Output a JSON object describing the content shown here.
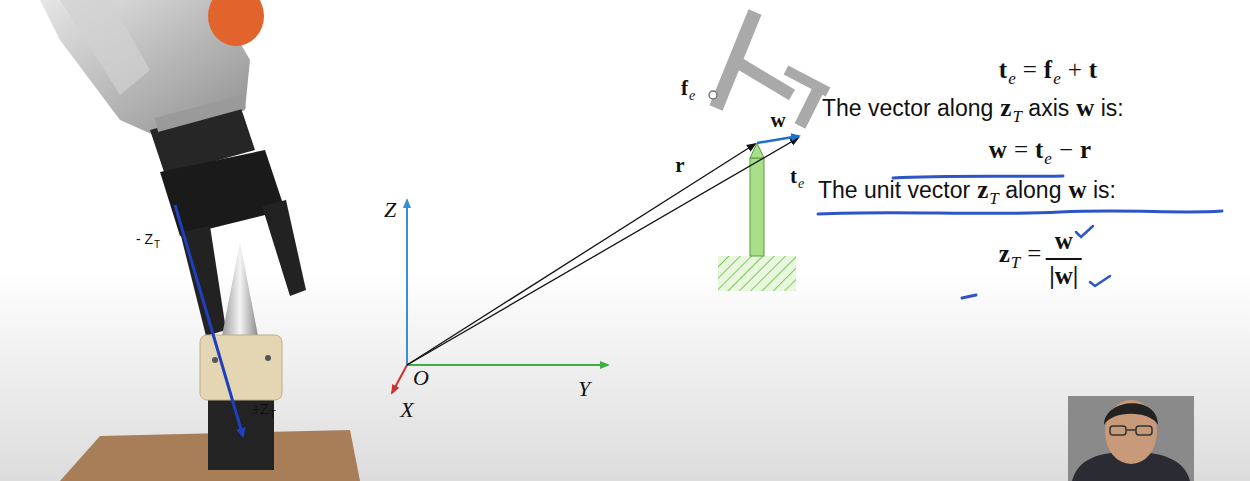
{
  "diagram": {
    "labels": [
      "- Z",
      "T",
      "+Z",
      "T",
      "Z",
      "Y",
      "O",
      "X",
      "r",
      "f",
      "e",
      "w",
      "t",
      "e",
      "t",
      "e",
      "=",
      "f",
      "e",
      "+",
      "t",
      "The vector along",
      "z",
      "T",
      "axis",
      "w",
      "is:",
      "w",
      "=",
      "t",
      "e",
      "−",
      "r",
      "The unit vector",
      "z",
      "T",
      "along",
      "w",
      "is:",
      "z",
      "T",
      "=",
      "w",
      "|w|"
    ]
  }
}
